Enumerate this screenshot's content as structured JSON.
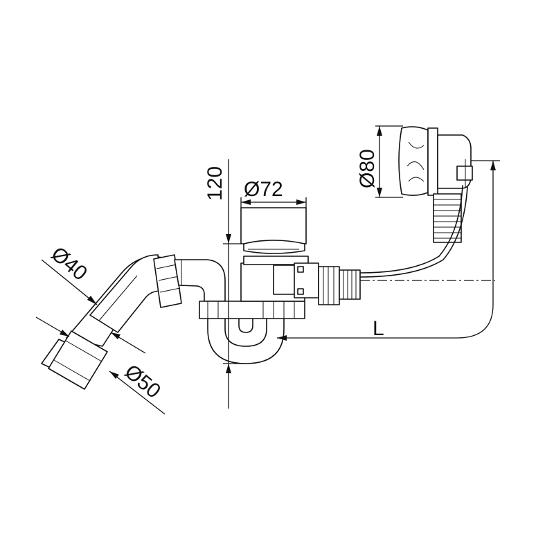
{
  "diagram": {
    "labels": {
      "height": "120",
      "dia_overflow": "Ø80",
      "dia_drain": "Ø72",
      "dia_outlet_small": "Ø40",
      "dia_outlet_large": "Ø50",
      "length": "L"
    }
  }
}
